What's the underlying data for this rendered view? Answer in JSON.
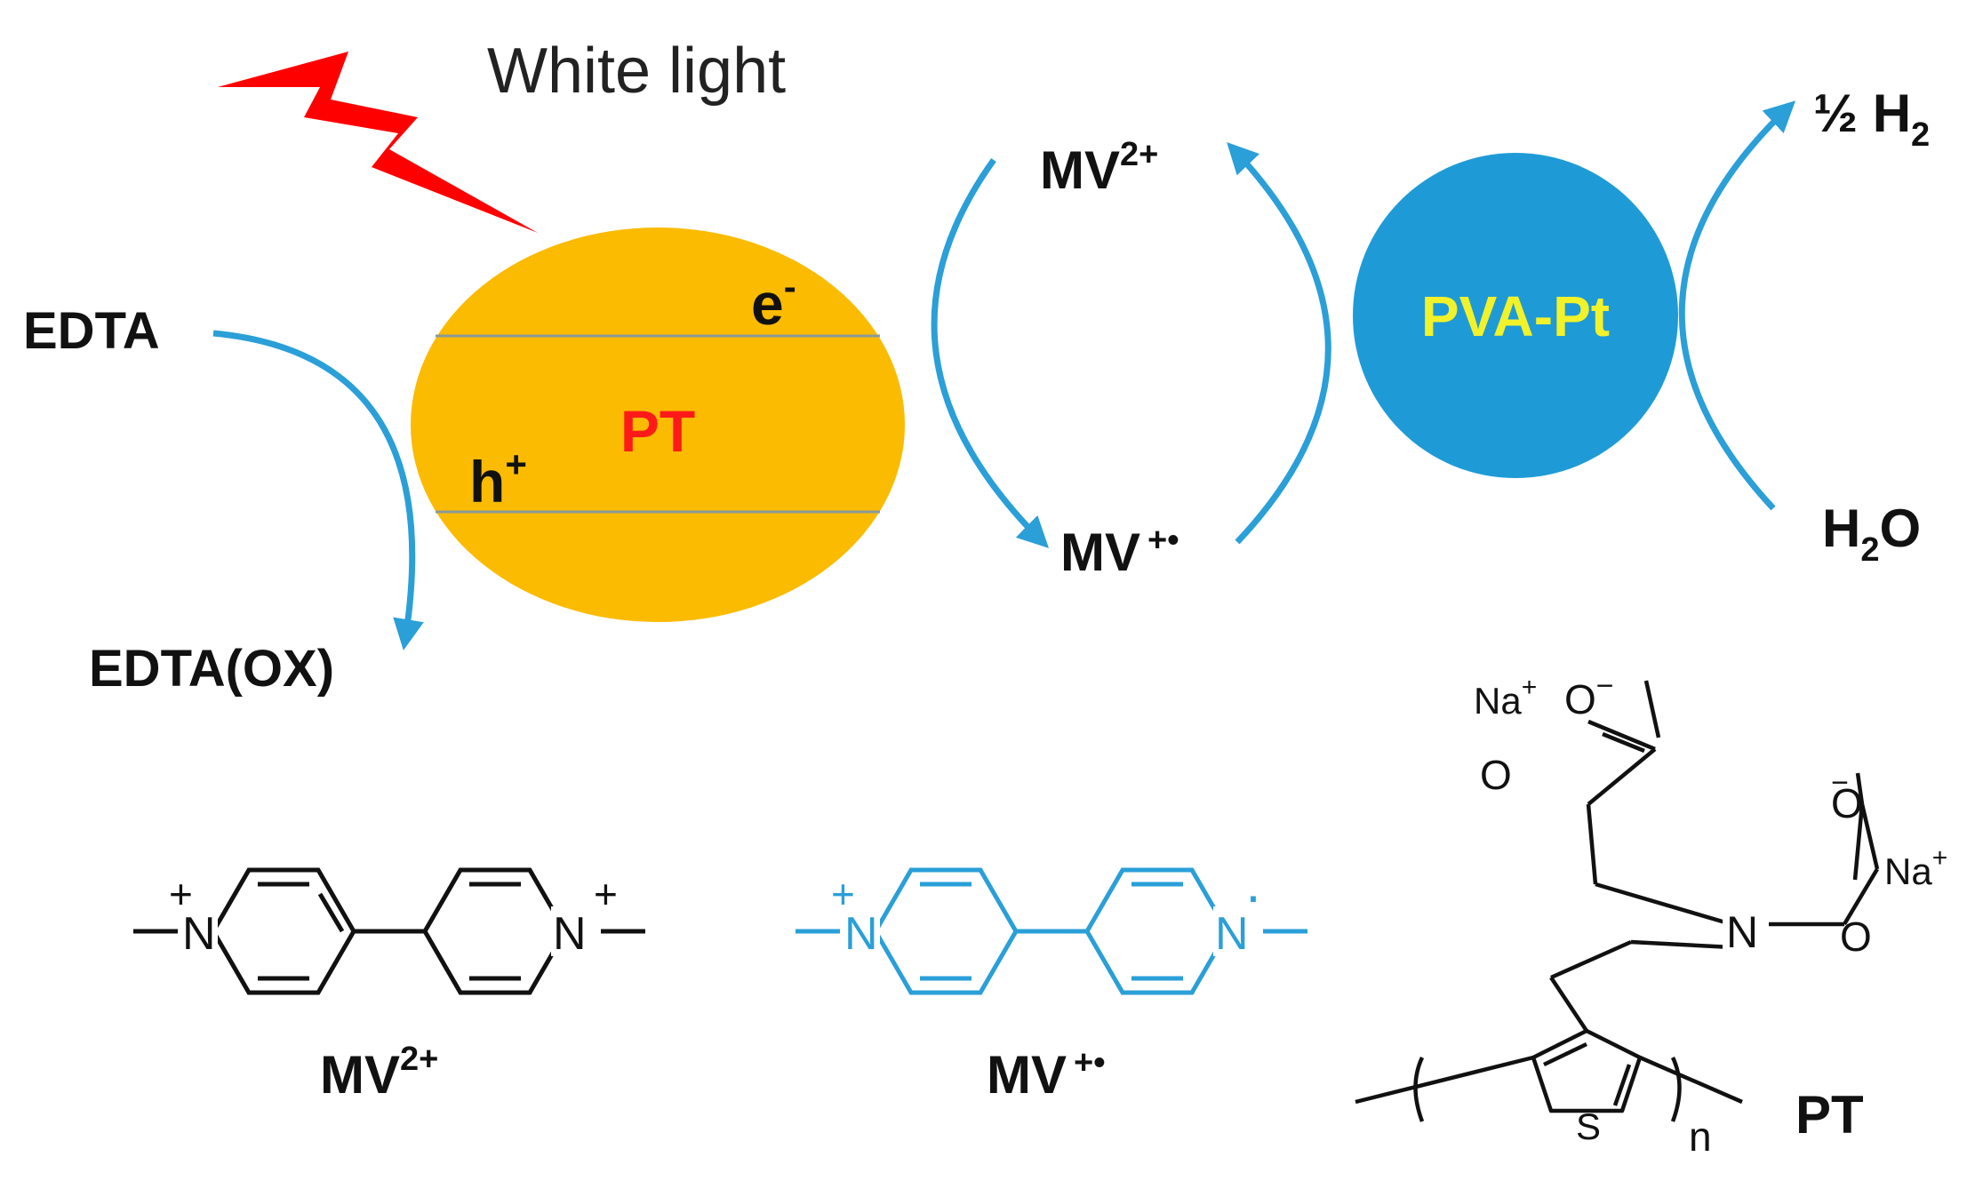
{
  "colors": {
    "arrow": "#2a9fd8",
    "pt_particle": "#fbbb00",
    "pt_label": "#ff1a1a",
    "pva_circle": "#1e9bd7",
    "pva_label": "#f2f22a",
    "lightning": "#ff0000",
    "mv_radical_structure": "#2a9fd8",
    "structure": "#111111"
  },
  "icons": {
    "light_source": "lightning-bolt-icon"
  },
  "scheme": {
    "light_label": "White light",
    "pt_label": "PT",
    "electron": {
      "base": "e",
      "sup": "-"
    },
    "hole": {
      "base": "h",
      "sup": "+"
    },
    "edta": "EDTA",
    "edta_ox": "EDTA(OX)",
    "mv_top": {
      "base": "MV",
      "sup": "2+"
    },
    "mv_bottom": {
      "base": "MV",
      "sup": "+•"
    },
    "pva_pt": "PVA-Pt",
    "h2_product": {
      "prefix": "½ H",
      "sub": "2"
    },
    "water": {
      "h": "H",
      "sub": "2",
      "o": "O"
    }
  },
  "structures": {
    "mv2": {
      "caption": {
        "base": "MV",
        "sup": "2+"
      },
      "n_left": "N",
      "n_right": "N",
      "charge_left": "+",
      "charge_right": "+"
    },
    "mv_radical": {
      "caption": {
        "base": "MV",
        "sup": "+•"
      },
      "n_left": "N",
      "n_right": "N",
      "charge_left": "+",
      "radical_right": "·"
    },
    "pt_polymer": {
      "caption": "PT",
      "sodium_top": {
        "base": "Na",
        "sup": "+"
      },
      "sodium_right": {
        "base": "Na",
        "sup": "+"
      },
      "oxide_top": {
        "base": "O",
        "sup": "−"
      },
      "oxide_right": {
        "base": "O",
        "sup": "−"
      },
      "carbonyl_top": "O",
      "carbonyl_right": "O",
      "amine_n": "N",
      "sulfur": "S",
      "repeat_n": "n"
    }
  }
}
